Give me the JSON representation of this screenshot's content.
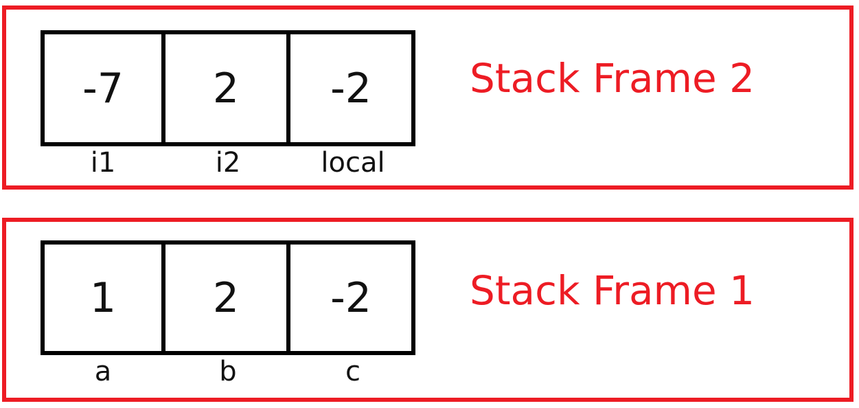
{
  "frames": [
    {
      "title": "Stack Frame 2",
      "cells": [
        {
          "value": "-7",
          "name": "i1"
        },
        {
          "value": "2",
          "name": "i2"
        },
        {
          "value": "-2",
          "name": "local"
        }
      ]
    },
    {
      "title": "Stack Frame 1",
      "cells": [
        {
          "value": "1",
          "name": "a"
        },
        {
          "value": "2",
          "name": "b"
        },
        {
          "value": "-2",
          "name": "c"
        }
      ]
    }
  ],
  "colors": {
    "frame_border": "#ed1c24",
    "cell_border": "#000000",
    "title": "#ed1c24"
  }
}
